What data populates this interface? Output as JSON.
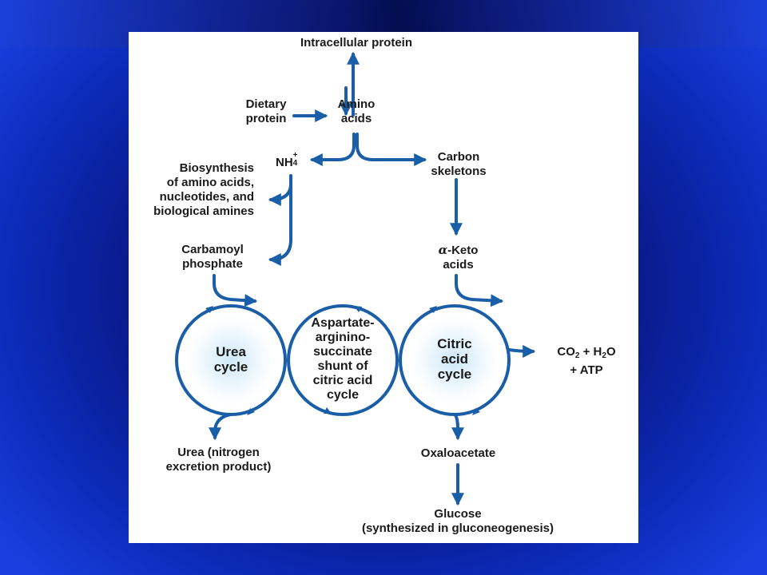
{
  "diagram": {
    "nodes": {
      "intracellular_protein": "Intracellular protein",
      "dietary_protein": [
        "Dietary",
        "protein"
      ],
      "amino_acids": [
        "Amino",
        "acids"
      ],
      "ammonium": {
        "base": "NH",
        "subscript": "4",
        "superscript": "+"
      },
      "carbon_skeletons": [
        "Carbon",
        "skeletons"
      ],
      "biosynthesis": [
        "Biosynthesis",
        "of amino acids,",
        "nucleotides, and",
        "biological amines"
      ],
      "carbamoyl_phosphate": [
        "Carbamoyl",
        "phosphate"
      ],
      "alpha_keto_acids": {
        "symbol": "α",
        "line1": "-Keto",
        "line2": "acids"
      },
      "urea_cycle": [
        "Urea",
        "cycle"
      ],
      "aspartate_shunt": [
        "Aspartate-",
        "arginino-",
        "succinate",
        "shunt of",
        "citric acid",
        "cycle"
      ],
      "citric_acid_cycle": [
        "Citric",
        "acid",
        "cycle"
      ],
      "co2_products": {
        "co2": "CO",
        "co2_sub": "2",
        "plus1": " + H",
        "h2o_sub": "2",
        "o": "O",
        "line2": "+ ATP"
      },
      "urea_product": [
        "Urea (nitrogen",
        "excretion product)"
      ],
      "oxaloacetate": "Oxaloacetate",
      "glucose": [
        "Glucose",
        "(synthesized in gluconeogenesis)"
      ]
    },
    "colors": {
      "arrow": "#1a5ea8",
      "text": "#1a1a1a",
      "cycle_glow": "#d6ecfa",
      "slide_background": "#0b2bb8"
    }
  }
}
